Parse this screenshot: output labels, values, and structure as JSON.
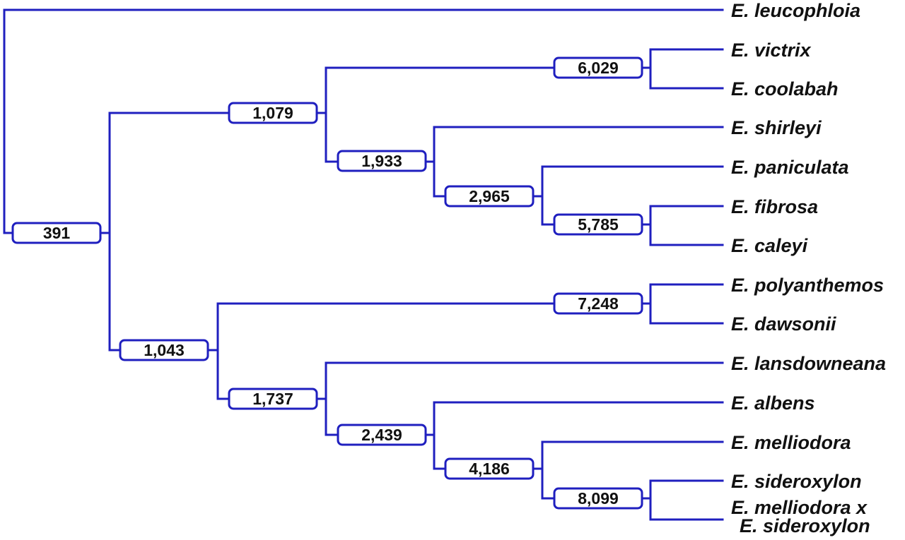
{
  "tree": {
    "line_color": "#1f1fbf",
    "leaves": [
      {
        "id": "leucophloia",
        "label": "E. leucophloia"
      },
      {
        "id": "victrix",
        "label": "E. victrix"
      },
      {
        "id": "coolabah",
        "label": "E. coolabah"
      },
      {
        "id": "shirleyi",
        "label": "E. shirleyi"
      },
      {
        "id": "paniculata",
        "label": "E. paniculata"
      },
      {
        "id": "fibrosa",
        "label": "E. fibrosa"
      },
      {
        "id": "caleyi",
        "label": "E. caleyi"
      },
      {
        "id": "polyanthemos",
        "label": "E. polyanthemos"
      },
      {
        "id": "dawsonii",
        "label": "E. dawsonii"
      },
      {
        "id": "lansdowneana",
        "label": "E. lansdowneana"
      },
      {
        "id": "albens",
        "label": "E. albens"
      },
      {
        "id": "melliodora",
        "label": "E. melliodora"
      },
      {
        "id": "sideroxylon",
        "label": "E. sideroxylon"
      },
      {
        "id": "hybrid",
        "label": "E. melliodora x",
        "label_line2": "E. sideroxylon"
      }
    ],
    "nodes": [
      {
        "id": "n391",
        "value": "391",
        "children": [
          "leucophloia",
          "n1079_1043"
        ]
      },
      {
        "id": "n1079",
        "value": "1,079",
        "children": [
          "n6029",
          "n1933"
        ]
      },
      {
        "id": "n6029",
        "value": "6,029",
        "children": [
          "victrix",
          "coolabah"
        ]
      },
      {
        "id": "n1933",
        "value": "1,933",
        "children": [
          "shirleyi",
          "n2965"
        ]
      },
      {
        "id": "n2965",
        "value": "2,965",
        "children": [
          "paniculata",
          "n5785"
        ]
      },
      {
        "id": "n5785",
        "value": "5,785",
        "children": [
          "fibrosa",
          "caleyi"
        ]
      },
      {
        "id": "n1043",
        "value": "1,043",
        "children": [
          "n7248",
          "n1737"
        ]
      },
      {
        "id": "n7248",
        "value": "7,248",
        "children": [
          "polyanthemos",
          "dawsonii"
        ]
      },
      {
        "id": "n1737",
        "value": "1,737",
        "children": [
          "lansdowneana",
          "n2439"
        ]
      },
      {
        "id": "n2439",
        "value": "2,439",
        "children": [
          "albens",
          "n4186"
        ]
      },
      {
        "id": "n4186",
        "value": "4,186",
        "children": [
          "melliodora",
          "n8099"
        ]
      },
      {
        "id": "n8099",
        "value": "8,099",
        "children": [
          "sideroxylon",
          "hybrid"
        ]
      }
    ]
  }
}
